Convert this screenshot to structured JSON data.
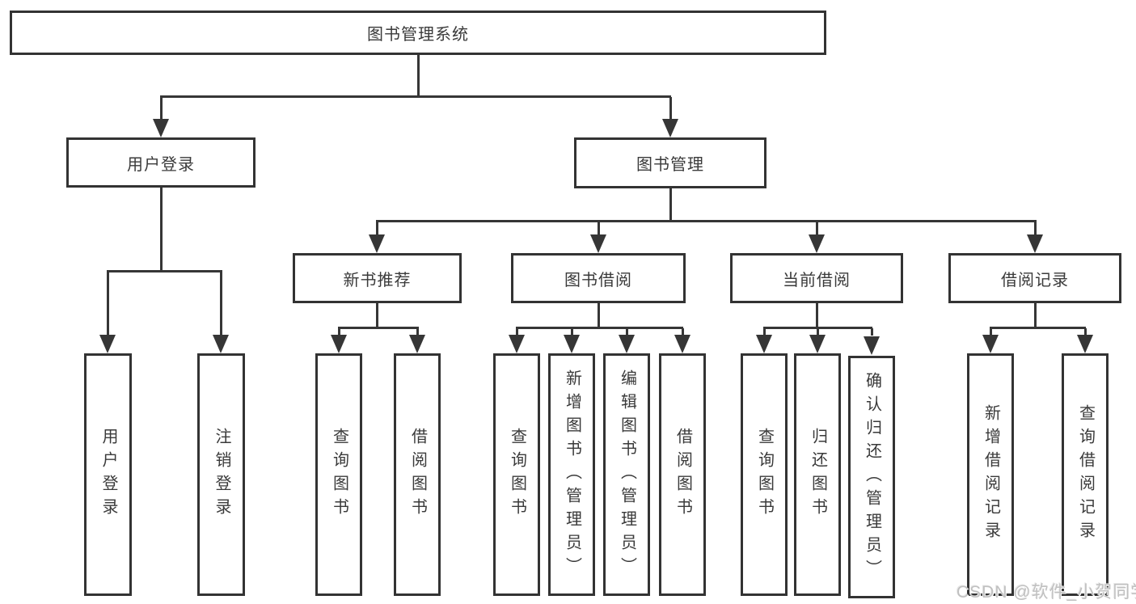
{
  "diagram": {
    "tree": {
      "label": "图书管理系统",
      "children": [
        {
          "label": "用户登录",
          "children": [
            {
              "label": "用户登录"
            },
            {
              "label": "注销登录"
            }
          ]
        },
        {
          "label": "图书管理",
          "children": [
            {
              "label": "新书推荐",
              "children": [
                {
                  "label": "查询图书"
                },
                {
                  "label": "借阅图书"
                }
              ]
            },
            {
              "label": "图书借阅",
              "children": [
                {
                  "label": "查询图书"
                },
                {
                  "label": "新增图书（管理员）"
                },
                {
                  "label": "编辑图书（管理员）"
                },
                {
                  "label": "借阅图书"
                }
              ]
            },
            {
              "label": "当前借阅",
              "children": [
                {
                  "label": "查询图书"
                },
                {
                  "label": "归还图书"
                },
                {
                  "label": "确认归还（管理员）"
                }
              ]
            },
            {
              "label": "借阅记录",
              "children": [
                {
                  "label": "新增借阅记录"
                },
                {
                  "label": "查询借阅记录"
                }
              ]
            }
          ]
        }
      ]
    },
    "colors": {
      "line": "#363636",
      "box_border": "#333333",
      "text": "#3a3a3a",
      "background": "#ffffff",
      "watermark": "#c0c0c0"
    }
  },
  "watermark": {
    "text": "CSDN @软件_小贺同学"
  }
}
